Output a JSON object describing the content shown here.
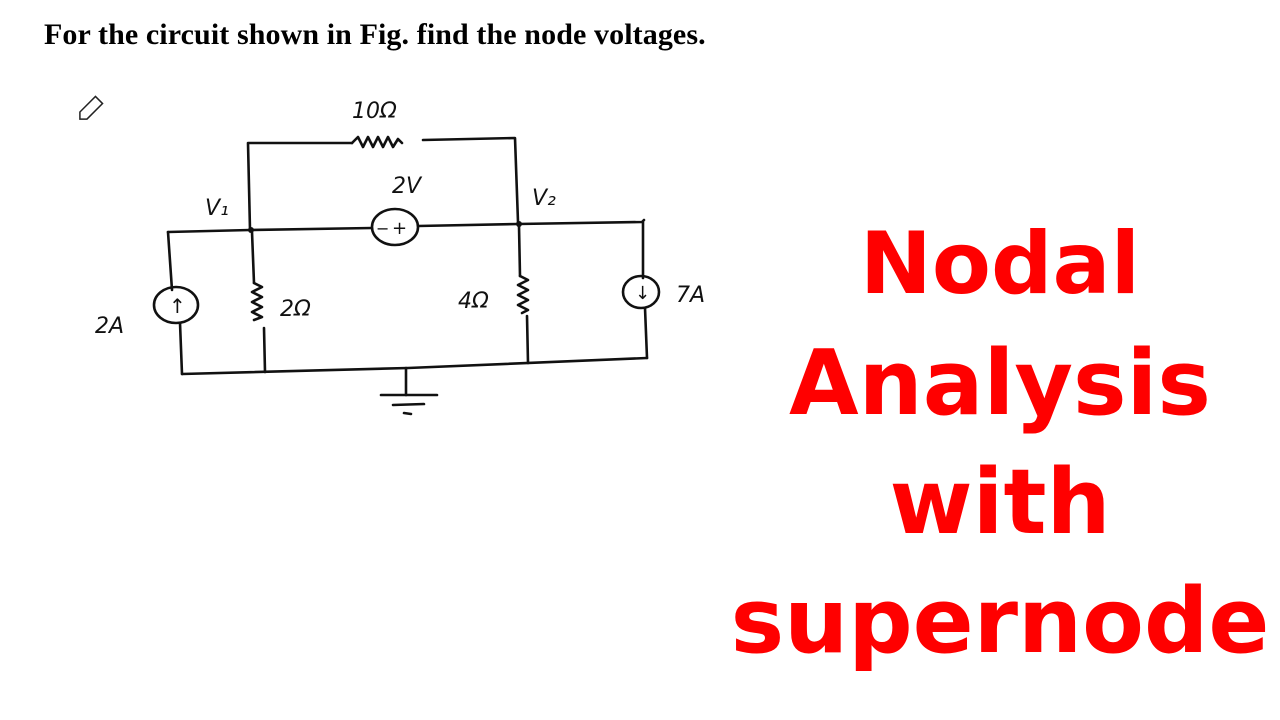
{
  "question": "For the circuit shown in Fig. find the node voltages.",
  "circuit": {
    "nodes": {
      "v1": "V₁",
      "v2": "V₂"
    },
    "components": {
      "r_top": "10Ω",
      "v_source": "2V",
      "v_source_minus": "−",
      "v_source_plus": "+",
      "current_left": "2A",
      "r_left": "2Ω",
      "r_right": "4Ω",
      "current_right": "7A"
    },
    "arrows": {
      "up": "↑",
      "down": "↓"
    }
  },
  "title": {
    "lines": [
      "Nodal",
      "Analysis",
      "with",
      "supernode"
    ],
    "color": "#ff0000"
  }
}
